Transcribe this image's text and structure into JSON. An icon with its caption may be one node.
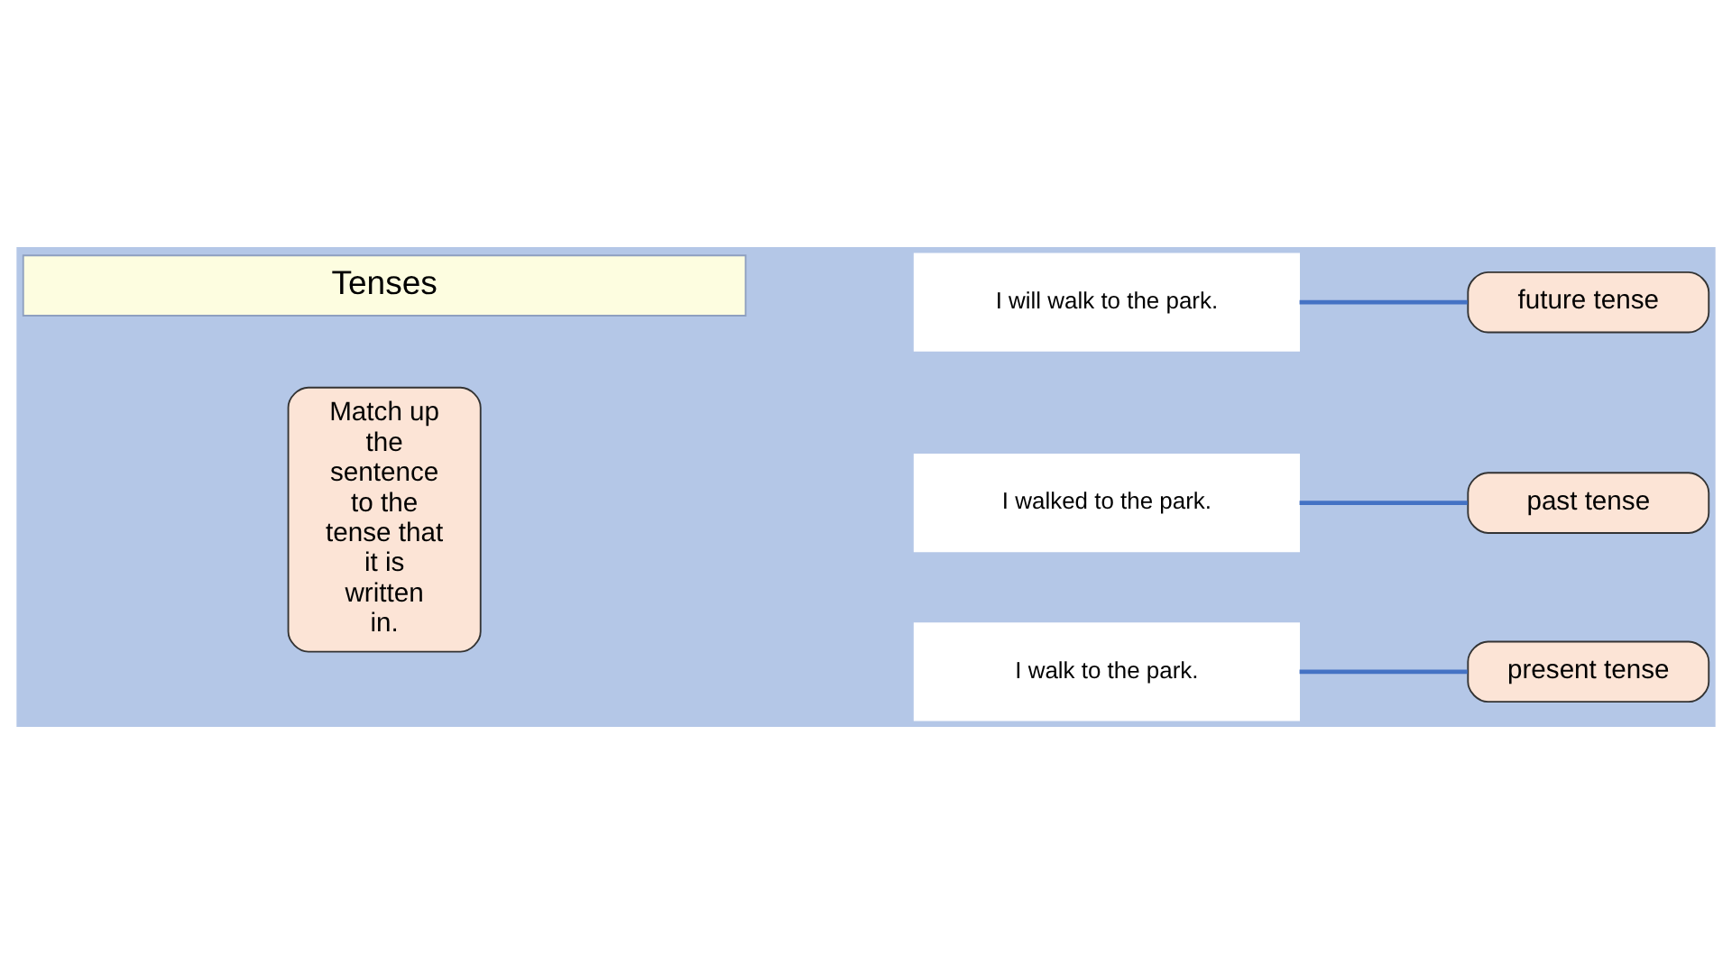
{
  "diagram": {
    "nodes": [
      {
        "text": [
          "Tenses"
        ]
      },
      {
        "text": [
          "Match up the sentence to the tense that it is written in."
        ]
      },
      {
        "text": [
          "I will walk to the park."
        ]
      },
      {
        "text": [
          "I walked to the park."
        ]
      },
      {
        "text": [
          "I walk to the park."
        ]
      },
      {
        "text": [
          "past tense"
        ]
      },
      {
        "text": [
          "present tense"
        ]
      },
      {
        "text": [
          "future tense"
        ]
      }
    ],
    "edges": [
      {
        "from": 2,
        "to": 7,
        "arrow": "none"
      },
      {
        "from": 3,
        "to": 5,
        "arrow": "none"
      },
      {
        "from": 4,
        "to": 6,
        "arrow": "none"
      }
    ]
  }
}
